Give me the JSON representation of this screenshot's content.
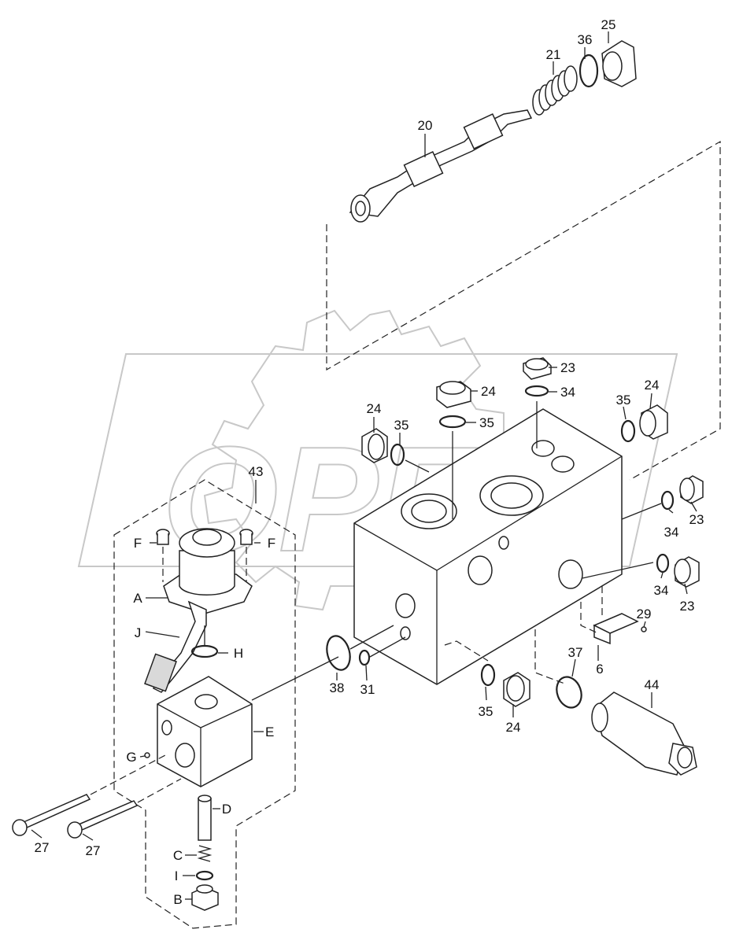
{
  "watermark": {
    "text": "OPEX"
  },
  "labels": {
    "p20": "20",
    "p21": "21",
    "p25": "25",
    "p36": "36",
    "p23a": "23",
    "p34a": "34",
    "p24a": "24",
    "p35a": "35",
    "p24b": "24",
    "p35b": "35",
    "p24c": "24",
    "p35c": "35",
    "p34b": "34",
    "p23b": "23",
    "p34c": "34",
    "p23c": "23",
    "p29": "29",
    "p6": "6",
    "p37": "37",
    "p44": "44",
    "p35d": "35",
    "p24d": "24",
    "p38": "38",
    "p31": "31",
    "p43": "43",
    "pE": "E",
    "pFa": "F",
    "pFb": "F",
    "pA": "A",
    "pJ": "J",
    "pH": "H",
    "pG": "G",
    "pD": "D",
    "pC": "C",
    "pI": "I",
    "pB": "B",
    "p27a": "27",
    "p27b": "27"
  },
  "colors": {
    "line": "#222222",
    "watermark": "#c8c8c8",
    "background": "#ffffff"
  }
}
